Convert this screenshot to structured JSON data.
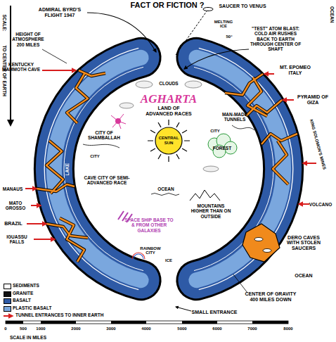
{
  "diagram": {
    "title": "FACT OR FICTION ?",
    "nodes": [
      {
        "text": [
          "CENTRAL SUN"
        ]
      }
    ],
    "labels": [
      "SCALE:",
      "TO CENTER OF EARTH",
      "ADMIRAL BYRD'S FLIGHT 1947",
      "SAUCER TO VENUS",
      "OCEAN",
      "HEIGHT OF ATMOSPHERE 200 MILES",
      "MELTING ICE",
      "50°",
      "\"TEST\" ATOM BLAST: COLD AIR RUSHES BACK TO EARTH THROUGH CENTER OF SHAFT",
      "KENTUCKY MAMMOTH CAVE",
      "MT. EPOMEO ITALY",
      "CLOUDS",
      "AGHARTA",
      "LAND OF ADVANCED RACES",
      "PYRAMID OF GIZA",
      "CITY OF SHAMBALLAH",
      "MAN-MADE TUNNELS",
      "KING SOLOMON'S MINES",
      "CITY",
      "CITY",
      "FOREST",
      "LAKE",
      "MANAUS",
      "CAVE CITY OF SEMI-ADVANCED RACE",
      "MATO GROSSO",
      "OCEAN",
      "VOLCANO",
      "BRAZIL",
      "IGUASSU FALLS",
      "MOUNTAINS HIGHER THAN ON OUTSIDE",
      "SPACE SHIP BASE TO & FROM OTHER GALAXIES",
      "DERO CAVES WITH STOLEN SAUCERS",
      "OCEAN",
      "RAINBOW CITY",
      "ICE",
      "CENTER OF GRAVITY 400 MILES DOWN",
      "SMALL ENTRANCE",
      "0",
      "500",
      "1000",
      "2000",
      "3000",
      "4000",
      "5000",
      "6000",
      "7000",
      "8000",
      "SCALE IN MILES"
    ],
    "legend": [
      {
        "text": "SEDIMENTS",
        "color": "#ffffff"
      },
      {
        "text": "GRANITE",
        "color": "#111111"
      },
      {
        "text": "BASALT",
        "color": "#2e5aa6"
      },
      {
        "text": "PLASTIC BASALT",
        "color": "#7aa7de"
      },
      {
        "text": "TUNNEL ENTRANCES TO INNER EARTH"
      }
    ]
  }
}
